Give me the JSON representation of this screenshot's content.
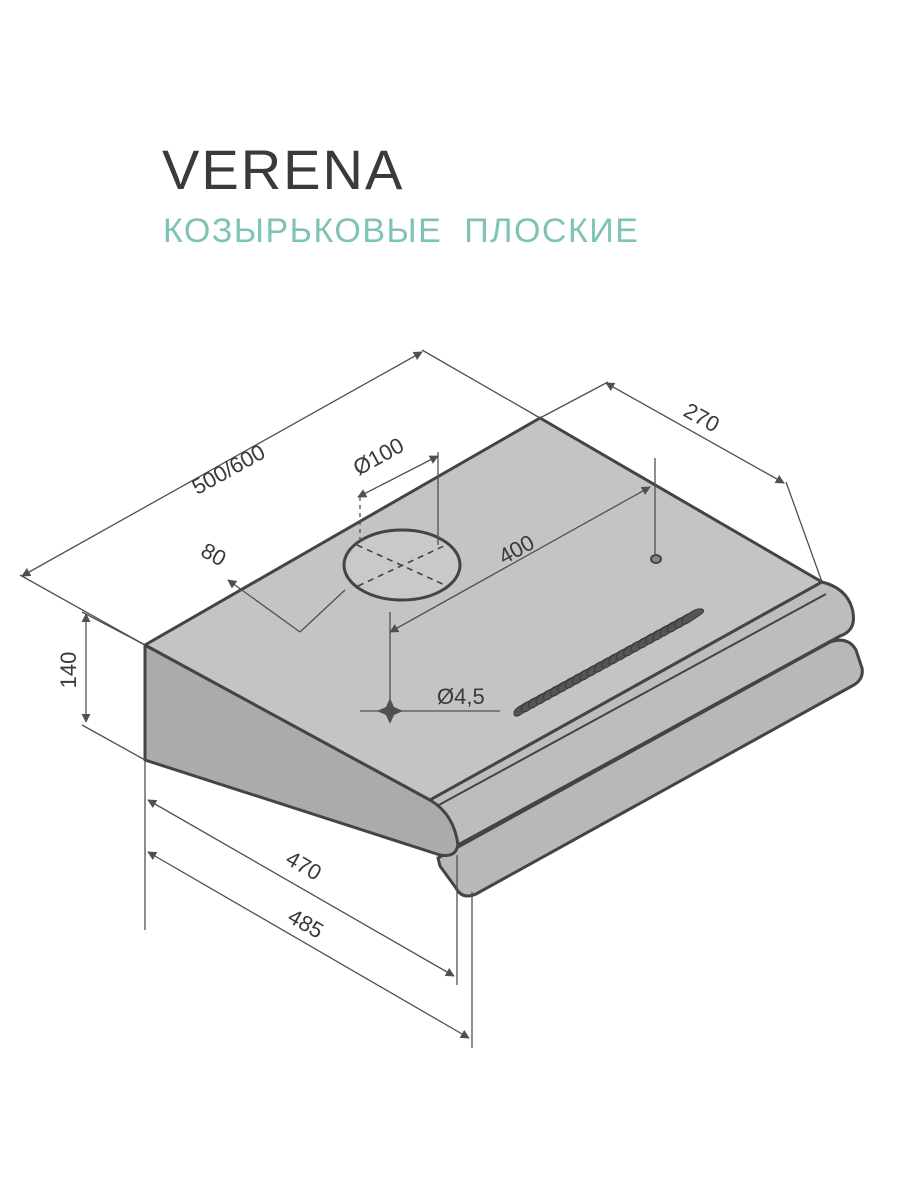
{
  "header": {
    "title": "VERENA",
    "subtitle": "КОЗЫРЬКОВЫЕ  ПЛОСКИЕ"
  },
  "colors": {
    "title": "#3a3a3a",
    "subtitle": "#7ec4b6",
    "body_top": "#c4c4c5",
    "body_side": "#ababac",
    "outline": "#444444",
    "dimension": "#505050"
  },
  "dimensions": {
    "width": "500/600",
    "depth_top": "270",
    "duct_diameter": "Ø100",
    "duct_offset": "80",
    "mount_spacing": "400",
    "mount_hole": "Ø4,5",
    "height": "140",
    "depth_inner": "470",
    "depth_total": "485"
  }
}
